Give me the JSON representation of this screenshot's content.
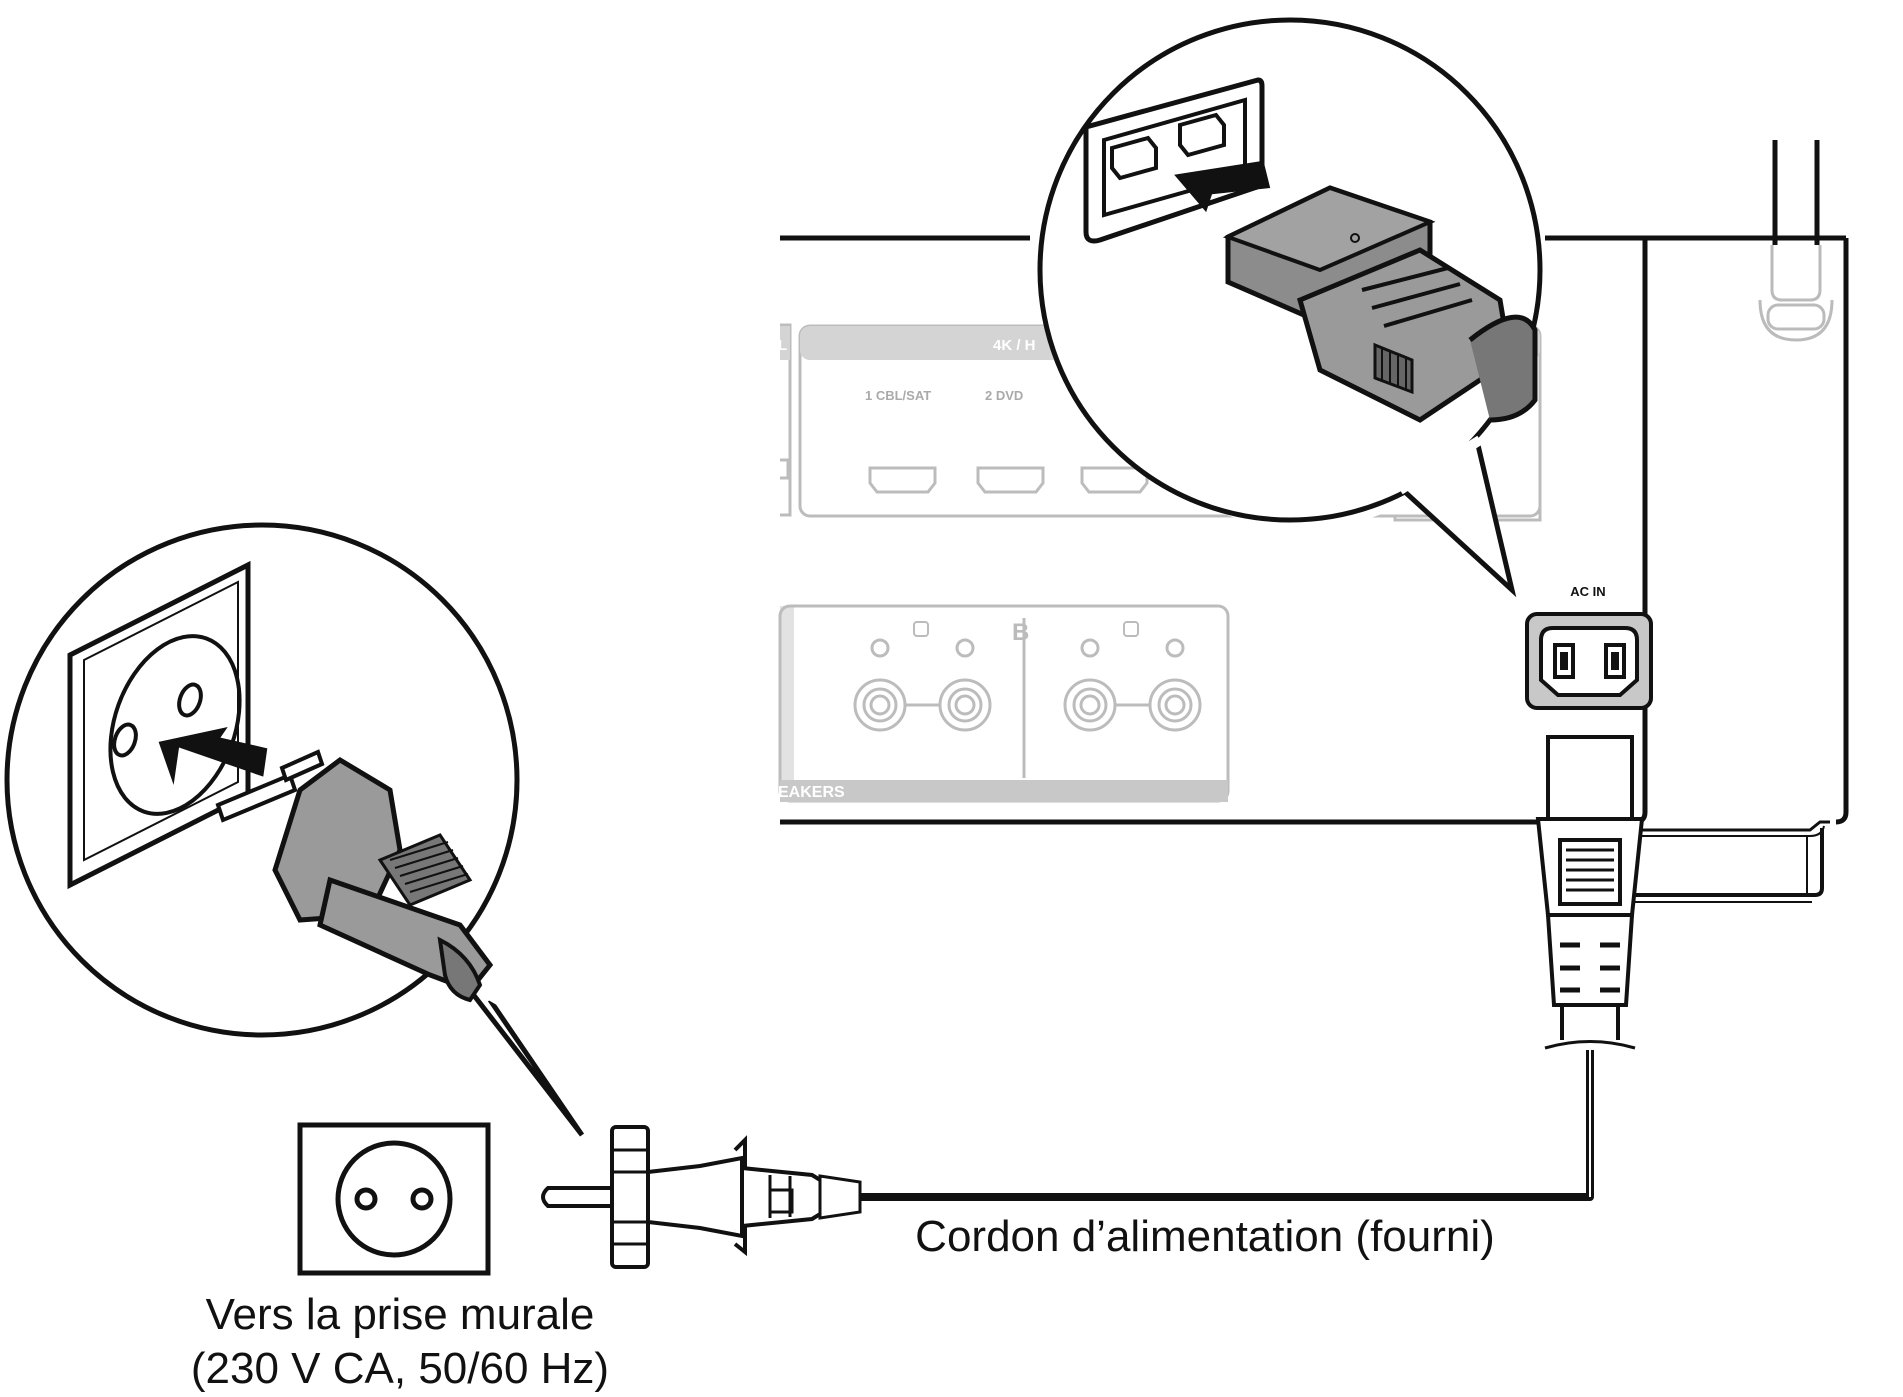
{
  "diagram": {
    "panel_labels": {
      "hdmi_group": "4K / H",
      "hdmi_input_1": "1  CBL/SAT",
      "hdmi_input_2": "2  DVD",
      "speakers_group": "B",
      "speakers_label": "EAKERS",
      "ac_inlet": "AC IN",
      "left_fragment": "L"
    },
    "captions": {
      "power_cord": "Cordon d’alimentation (fourni)",
      "wall_outlet_line1": "Vers la prise murale",
      "wall_outlet_line2": "(230 V CA, 50/60 Hz)"
    },
    "colors": {
      "line": "#111111",
      "faded_panel": "#bcbcbc",
      "plug_grey": "#9a9a9a",
      "inlet_grey": "#c8c8c8"
    },
    "icons": [
      "wall-socket-icon",
      "euro-plug-icon",
      "iec-connector-icon",
      "insert-arrow-icon"
    ]
  }
}
